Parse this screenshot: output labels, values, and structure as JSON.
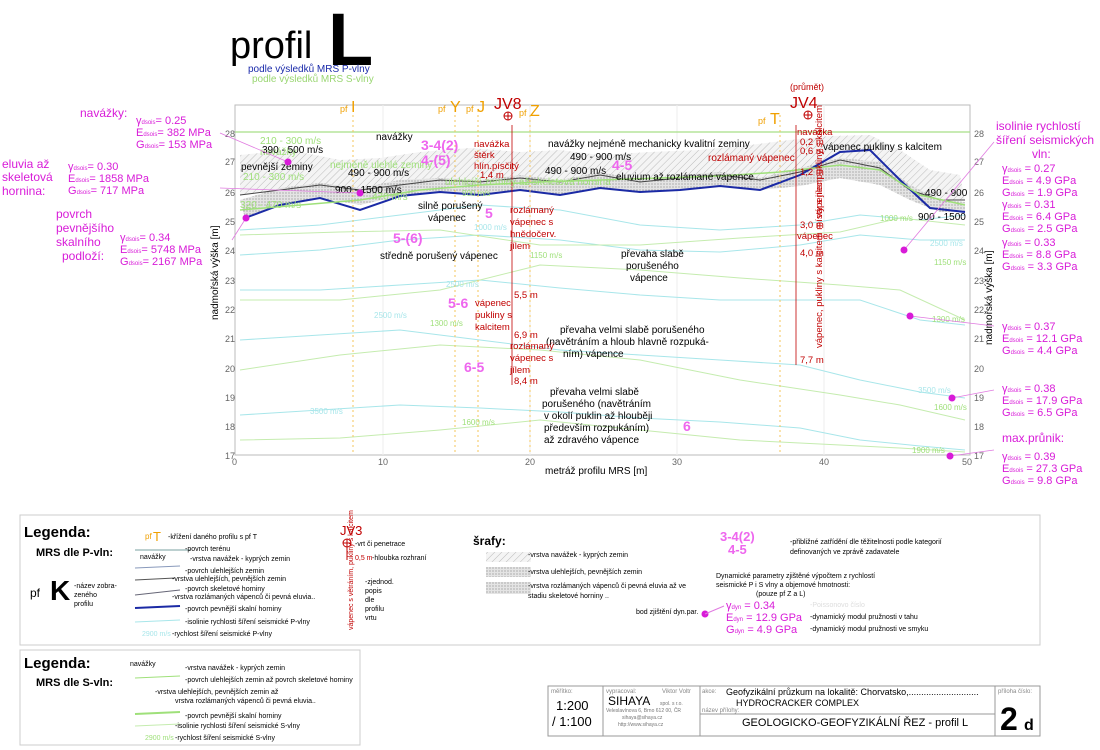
{
  "title": {
    "main": "profil",
    "letter": "L",
    "sub_p": "podle výsledků MRS P-vlny",
    "sub_s": "podle výsledků MRS S-vlny"
  },
  "axes": {
    "xlabel": "metráž profilu MRS [m]",
    "ylabel": "nadmořská výška [m]",
    "xticks": [
      "0",
      "10",
      "20",
      "30",
      "40",
      "50"
    ],
    "yticks": [
      "28",
      "27",
      "26",
      "25",
      "24",
      "23",
      "22",
      "21",
      "20",
      "19",
      "18",
      "17"
    ]
  },
  "left_params": {
    "navazky_label": "navážky:",
    "eluvia_label": [
      "eluvia až",
      "skeletová",
      "hornina:"
    ],
    "povrch_label": [
      "povrch",
      "pevnějšího",
      "skalního",
      "podloží:"
    ],
    "groups": [
      {
        "g": "γ",
        "gsub": "dsois",
        "gval": "= 0.25",
        "e": "E",
        "esub": "dsois",
        "eval": "= 382 MPa",
        "G": "G",
        "Gsub": "dsois",
        "Gval": "= 153 MPa"
      },
      {
        "g": "γ",
        "gsub": "dsois",
        "gval": "= 0.30",
        "e": "E",
        "esub": "dsois",
        "eval": "= 1858 MPa",
        "G": "G",
        "Gsub": "dsois",
        "Gval": "= 717 MPa"
      },
      {
        "g": "γ",
        "gsub": "dsois",
        "gval": "= 0.34",
        "e": "E",
        "esub": "dsois",
        "eval": "= 5748 MPa",
        "G": "G",
        "Gsub": "dsois",
        "Gval": "= 2167 MPa"
      }
    ]
  },
  "right_params": {
    "header": [
      "isolinie rychlostí",
      "šíření seismických",
      "vln:"
    ],
    "max_label": "max.průnik:",
    "groups": [
      {
        "gval": "= 0.27",
        "eval": "= 4.9 GPa",
        "Gval": "= 1.9 GPa"
      },
      {
        "gval": "= 0.31",
        "eval": "= 6.4 GPa",
        "Gval": "= 2.5 GPa"
      },
      {
        "gval": "= 0.33",
        "eval": "= 8.8 GPa",
        "Gval": "= 3.3 GPa"
      },
      {
        "gval": "= 0.37",
        "eval": "= 12.1 GPa",
        "Gval": "= 4.4 GPa"
      },
      {
        "gval": "= 0.38",
        "eval": "= 17.9 GPa",
        "Gval": "= 6.5 GPa"
      },
      {
        "gval": "= 0.39",
        "eval": "= 27.3 GPa",
        "Gval": "= 9.8 GPa"
      }
    ]
  },
  "crossings": {
    "I": "I",
    "Y": "Y",
    "J": "J",
    "Z": "Z",
    "T": "T",
    "pf": "pf",
    "jv8": "JV8",
    "jv4": "JV4",
    "prumet": "(průmět)"
  },
  "labels": {
    "v210_300": "210 - 300 m/s",
    "v210_300b": "210 - 300 m/s",
    "navazky_g": "navážky",
    "nejmene": "nejméně ulehlé zeminy",
    "ulehlejsi": "ulehlejší zeminy až skeletová hornina",
    "v320": "320 - 470 m/s",
    "v470": "470 m/s",
    "v900g": "900 m/s",
    "v390_500": "390 - 500 m/s",
    "navazky_b": "navážky",
    "pevnejsi": "pevnější zeminy",
    "v490_900a": "490 - 900 m/s",
    "v900_1500a": "900 - 1500 m/s",
    "nav_nejmene": "navážky nejméně mechanicky kvalitní  zeminy",
    "v490_900b": "490 - 900 m/s",
    "v490_900c": "490 - 900 m/s",
    "eluvium": "eluvium až rozlámané vápence",
    "rozlamany_vap": "rozlámaný vápenec",
    "vap_pukliny_kalc": "vápenec pukliny s kalcitem",
    "v490_900r": "490 - 900",
    "v900_1500r": "900 - 1500",
    "silne": [
      "silně porušený",
      "vápenec"
    ],
    "stredne": "středně porušený vápenec",
    "prevaha_slabe": [
      "převaha slabě",
      "porušeného",
      "vápence"
    ],
    "velmi_slabe1": [
      "převaha velmi slabě porušeného",
      "(navětráním a hloub hlavně rozpuká-",
      "ním)  vápence"
    ],
    "velmi_slabe2": [
      "převaha velmi slabě",
      "porušeného (navětráním",
      "v okolí puklin až hlouběji",
      "především rozpukáním)",
      "až zdravého vápence"
    ],
    "k34_2": "3-4(2)",
    "k4_5": "4-(5)",
    "k4_5b": "4-5",
    "k5": "5",
    "k5_6": "5-(6)",
    "k5_6b": "5-6",
    "k6_5": "6-5",
    "k6": "6",
    "c1000": "1000 m/s",
    "c1150": "1150 m/s",
    "c1300": "1300 m/s",
    "c1300b": "1300 m/s",
    "c1600": "1600 m/s",
    "c1600b": "1600 m/s",
    "c1900": "1900 m/s",
    "c1000r": "1000 m/s",
    "c1150r": "1150 m/s",
    "c2500a": "2500 m/s",
    "c2500b": "2500 m/s",
    "c2500r": "2500 m/s",
    "c3500a": "3500 m/s",
    "c3500r": "3500 m/s"
  },
  "jv8_log": {
    "items": [
      "navážka",
      "štěrk",
      "hlín.písčitý",
      "1,4 m",
      "rozlámaný",
      "vápenec s",
      "hnědočerv.",
      "jílem",
      "5,5 m",
      "vápenec",
      "pukliny s",
      "kalcitem",
      "6,9 m",
      "rozlámaný",
      "vápenec s",
      "jílem",
      "8,4 m"
    ]
  },
  "jv4_log": {
    "items": [
      "navážka",
      "0,2 m",
      "0,6 m",
      "1,2 m",
      "3,0 m",
      "4,0 m",
      "7,7 m",
      "vápenec"
    ],
    "vert1": "vápenec pukliny s kalcitem",
    "vert2": "vápenec, pukliny s kalcitem místy s jílem"
  },
  "legend_p": {
    "title": "Legenda:",
    "subtitle": "MRS dle P-vln:",
    "pf": "pf",
    "T": "T",
    "K": "K",
    "krizeni": "-křížení daného profilu s pf T",
    "navazky": "navážky",
    "nazev": [
      "-název zobra-",
      "zeného",
      "profilu"
    ],
    "items": [
      "-povrch terénu",
      "-vrstva navážek - kyprých zemin",
      "-povrch ulehlejších zemin",
      "-vrstva ulehlejších, pevnějších zemin",
      "-povrch skeletové horniny",
      "-vrstva rozlámaných vápenců či pevná eluvia..",
      "-povrch pevnější skalní horniny",
      "-isolinie rychlosti šíření seismické P-vlny"
    ],
    "rych_lbl": "2900 m/s",
    "rych_txt": "-rychlost šíření seismické P-vlny",
    "jv3": "JV3",
    "vrt": "-vrt či penetrace",
    "hloubka_val": "0,5 m",
    "hloubka": "-hloubka rozhraní",
    "zjedn": [
      "-zjednod.",
      "popis",
      "dle",
      "profilu",
      "vrtu"
    ],
    "vert_sample": "vápenec s větráním, pukliny s kalcitem",
    "srafy": "šrafy:",
    "srafy_items": [
      "-vrstva navážek - kyprých zemin",
      "-vrstva ulehlejších, pevnějších zemin",
      "-vrstva rozlámaných vápenců či pevná eluvia až ve",
      "stadiu skeletové horniny .."
    ],
    "k34": "3-4(2)",
    "k45": "4-5",
    "kat_txt": [
      "-přibližné zatřídění dle těžitelnosti podle kategorií",
      "definovaných ve zprávě zadavatele"
    ],
    "dyn_txt": [
      "Dynamické parametry zjištěné výpočtem z rychlostí",
      "seismické P i S vlny a objemové hmotnosti:",
      "(pouze pf Z a L)"
    ],
    "bod": "bod zjištění dyn.par.",
    "g_dyn": "= 0.34",
    "e_dyn": "= 12.9 GPa",
    "G_dyn": "= 4.9 GPa",
    "poisson": "-Poissonovo číslo",
    "mod_tah": "-dynamický modul pružnosti v tahu",
    "mod_smyk": "-dynamický modul pružnosti ve smyku"
  },
  "legend_s": {
    "title": "Legenda:",
    "subtitle": "MRS dle S-vln:",
    "navazky": "navážky",
    "items": [
      "-vrstva navážek - kyprých zemin",
      "-povrch ulehlejších zemin  až povrch skeletové horniny",
      "-vrstva ulehlejších, pevnějších zemin až",
      "vrstva rozlámaných vápenců či pevná eluvia..",
      "-povrch pevnější skalní horniny",
      "-isolinie rychlosti šíření seismické S-vlny"
    ],
    "rych_lbl": "2900 m/s",
    "rych_txt": "-rychlost šíření seismické S-vlny"
  },
  "title_block": {
    "meritko_lbl": "měřítko:",
    "meritko1": "1:200",
    "meritko2": "/ 1:100",
    "vyprac_lbl": "vypracoval:",
    "autor": "Viktor Voltr",
    "firma": "SIHAYA",
    "firma2": "spol. s r.o.",
    "addr1": "Veleslavínova 6, Brno 612 00, ČR",
    "addr2": "sihaya@sihaya.cz",
    "addr3": "http://www.sihaya.cz",
    "akce_lbl": "akce:",
    "akce1": "Geofyzikální průzkum na lokalitě: Chorvatsko,............................",
    "akce2": "HYDROCRACKER COMPLEX",
    "nazev_lbl": "název přílohy:",
    "nazev": "GEOLOGICKO-GEOFYZIKÁLNÍ ŘEZ - profil L",
    "cislo_lbl": "příloha číslo:",
    "cislo": "2",
    "cislo_sub": "d"
  }
}
